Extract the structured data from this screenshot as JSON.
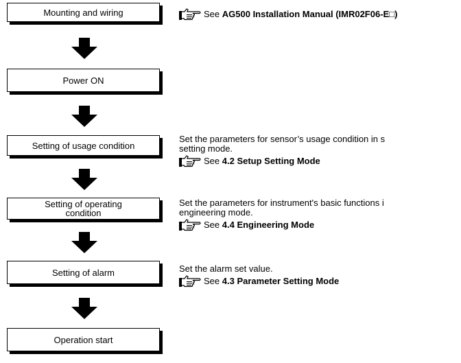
{
  "steps": [
    {
      "label": "Mounting and wiring"
    },
    {
      "label": "Power ON"
    },
    {
      "label": "Setting of usage condition"
    },
    {
      "label_line1": "Setting of operating",
      "label_line2": "condition"
    },
    {
      "label": "Setting of alarm"
    },
    {
      "label": "Operation start"
    }
  ],
  "notes": {
    "installation": {
      "see": "See",
      "ref": "AG500 Installation Manual (IMR02F06-E□)"
    },
    "usage": {
      "line1": "Set the parameters for sensor’s usage condition in s",
      "line2": "setting mode.",
      "see": "See",
      "ref": "4.2 Setup Setting Mode"
    },
    "operating": {
      "line1": "Set the parameters for instrument's basic functions i",
      "line2": "engineering mode.",
      "see": "See",
      "ref": "4.4 Engineering Mode"
    },
    "alarm": {
      "line1": "Set the alarm set value.",
      "see": "See",
      "ref": "4.3 Parameter Setting Mode"
    }
  },
  "icons": {
    "reference": "pointing-hand-icon",
    "flow": "down-arrow-icon"
  },
  "colors": {
    "line": "#000000",
    "background": "#ffffff"
  }
}
